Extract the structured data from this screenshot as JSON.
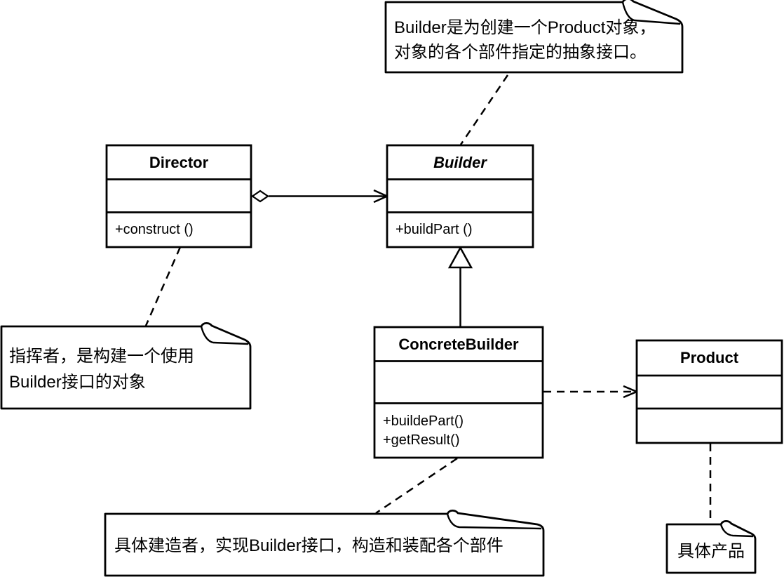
{
  "diagram": {
    "kind": "uml-class-diagram",
    "pattern": "Builder",
    "colors": {
      "stroke": "#000000",
      "fill": "#ffffff",
      "background": "#ffffff"
    },
    "classes": [
      {
        "name": "Director",
        "abstract": false,
        "methods": [
          "+construct ()"
        ]
      },
      {
        "name": "Builder",
        "abstract": true,
        "methods": [
          "+buildPart ()"
        ]
      },
      {
        "name": "ConcreteBuilder",
        "abstract": false,
        "methods": [
          "+buildePart()",
          "+getResult()"
        ]
      },
      {
        "name": "Product",
        "abstract": false,
        "methods": []
      }
    ],
    "notes": [
      {
        "attached_to": "Builder",
        "lines": [
          "Builder是为创建一个Product对象，",
          "对象的各个部件指定的抽象接口。"
        ]
      },
      {
        "attached_to": "Director",
        "lines": [
          "指挥者，是构建一个使用",
          "Builder接口的对象"
        ]
      },
      {
        "attached_to": "ConcreteBuilder",
        "lines": [
          "具体建造者，实现Builder接口，构造和装配各个部件"
        ]
      },
      {
        "attached_to": "Product",
        "lines": [
          "具体产品"
        ]
      }
    ],
    "relationships": [
      {
        "type": "aggregation",
        "from": "Director",
        "to": "Builder",
        "line": "solid-open-diamond-open-arrow"
      },
      {
        "type": "generalization",
        "from": "ConcreteBuilder",
        "to": "Builder",
        "line": "solid-hollow-triangle"
      },
      {
        "type": "dependency",
        "from": "ConcreteBuilder",
        "to": "Product",
        "line": "dashed-open-arrow"
      }
    ]
  }
}
